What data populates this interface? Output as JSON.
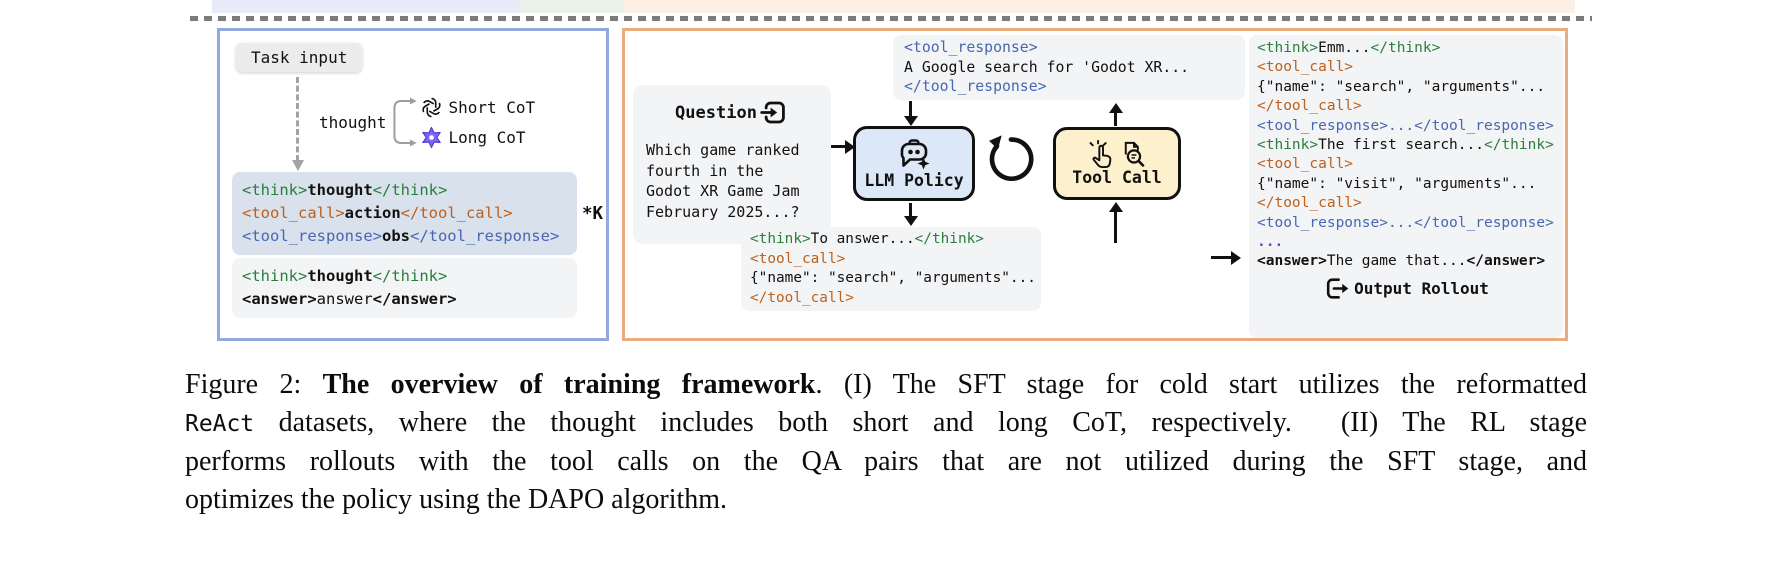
{
  "figure": {
    "sft_panel": {
      "task_input": "Task input",
      "thought_label": "thought",
      "cot_options": [
        {
          "icon": "openai-logo",
          "label": "Short CoT"
        },
        {
          "icon": "qwen-logo",
          "label": "Long CoT"
        }
      ],
      "repeat_badge": "*K",
      "trajectory_lines": [
        [
          [
            "g",
            "<think>"
          ],
          [
            "bd",
            "thought"
          ],
          [
            "g",
            "</think>"
          ]
        ],
        [
          [
            "o",
            "<tool_call>"
          ],
          [
            "bd",
            "action"
          ],
          [
            "o",
            "</tool_call>"
          ]
        ],
        [
          [
            "b",
            "<tool_response>"
          ],
          [
            "bd",
            "obs"
          ],
          [
            "b",
            "</tool_response>"
          ]
        ]
      ],
      "final_lines": [
        [
          [
            "g",
            "<think>"
          ],
          [
            "bd",
            "thought"
          ],
          [
            "g",
            "</think>"
          ]
        ],
        [
          [
            "bd",
            "<answer>"
          ],
          [
            "k",
            "answer"
          ],
          [
            "bd",
            "</answer>"
          ]
        ]
      ]
    },
    "rl_panel": {
      "question_label": "Question",
      "question_lines": [
        [
          [
            "k",
            "Which game ranked"
          ]
        ],
        [
          [
            "k",
            "fourth in the"
          ]
        ],
        [
          [
            "k",
            "Godot XR Game Jam"
          ]
        ],
        [
          [
            "k",
            "February 2025...?"
          ]
        ]
      ],
      "tool_response_lines": [
        [
          [
            "b",
            "<tool_response>"
          ]
        ],
        [
          [
            "k",
            "A Google search for 'Godot XR..."
          ]
        ],
        [
          [
            "b",
            "</tool_response>"
          ]
        ]
      ],
      "llm_policy_label": "LLM Policy",
      "tool_call_label": "Tool Call",
      "policy_output_lines": [
        [
          [
            "g",
            "<think>"
          ],
          [
            "k",
            "To answer..."
          ],
          [
            "g",
            "</think>"
          ]
        ],
        [
          [
            "o",
            "<tool_call>"
          ]
        ],
        [
          [
            "k",
            "{\"name\": \"search\", \"arguments\"..."
          ]
        ],
        [
          [
            "o",
            "</tool_call>"
          ]
        ]
      ],
      "rollout_lines": [
        [
          [
            "g",
            "<think>"
          ],
          [
            "k",
            "Emm..."
          ],
          [
            "g",
            "</think>"
          ]
        ],
        [
          [
            "o",
            "<tool_call>"
          ]
        ],
        [
          [
            "k",
            "{\"name\": \"search\", \"arguments\"..."
          ]
        ],
        [
          [
            "o",
            "</tool_call>"
          ]
        ],
        [
          [
            "b",
            "<tool_response>...</tool_response>"
          ]
        ],
        [
          [
            "g",
            "<think>"
          ],
          [
            "k",
            "The first search..."
          ],
          [
            "g",
            "</think>"
          ]
        ],
        [
          [
            "o",
            "<tool_call>"
          ]
        ],
        [
          [
            "k",
            "{\"name\": \"visit\", \"arguments\"..."
          ]
        ],
        [
          [
            "o",
            "</tool_call>"
          ]
        ],
        [
          [
            "b",
            "<tool_response>...</tool_response>"
          ]
        ],
        [
          [
            "p",
            "..."
          ]
        ],
        [
          [
            "bd",
            "<answer>"
          ],
          [
            "k",
            "The game that..."
          ],
          [
            "bd",
            "</answer>"
          ]
        ]
      ],
      "output_rollout_label": "Output Rollout"
    },
    "caption": {
      "lines": [
        [
          [
            "k",
            "Figure 2: "
          ],
          [
            "bd",
            "The overview of training framework"
          ],
          [
            "k",
            ". (I) The SFT stage for cold start utilizes the reformatted"
          ]
        ],
        [
          [
            "m",
            "ReAct"
          ],
          [
            "k",
            " datasets, where the thought includes both short and long CoT, respectively.  (II) The RL stage"
          ]
        ],
        [
          [
            "k",
            "performs rollouts with the tool calls on the QA pairs that are not utilized during the SFT stage, and"
          ]
        ],
        [
          [
            "k",
            "optimizes the policy using the DAPO algorithm."
          ]
        ]
      ]
    }
  },
  "colors": {
    "sft_border": "#93a9dc",
    "rl_border": "#ebab7c",
    "trajectory_bg": "#d9e1ed",
    "block_bg": "#f3f4f6",
    "policy_fill": "#dce8f8",
    "tool_fill": "#fcf0cd",
    "tag_think": "#2a7e3b",
    "tag_tool_call": "#bd611c",
    "tag_tool_response": "#4767b2",
    "ellipsis_purple": "#6b3fd4",
    "arrow_gray": "#a3a3a3",
    "dashed_line": "#7b7b7b",
    "strip_lavender": "#e9ebf8",
    "strip_green": "#eaf2e8",
    "strip_peach": "#fcefe5",
    "task_input_bg": "#ececec"
  }
}
